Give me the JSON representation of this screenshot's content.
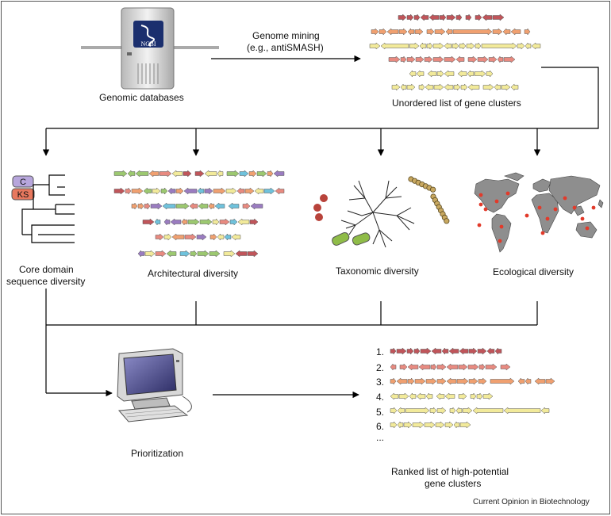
{
  "labels": {
    "databases": "Genomic databases",
    "mining_line1": "Genome mining",
    "mining_line2": "(e.g., antiSMASH)",
    "unordered": "Unordered list of gene clusters",
    "core_line1": "Core domain",
    "core_line2": "sequence diversity",
    "architectural": "Architectural diversity",
    "taxonomic": "Taxonomic diversity",
    "ecological": "Ecological diversity",
    "prioritization": "Prioritization",
    "ranked_line1": "Ranked list of high-potential",
    "ranked_line2": "gene clusters",
    "credit": "Current Opinion in Biotechnology"
  },
  "server_logo": "NCBI",
  "domains": {
    "c": "C",
    "ks": "KS"
  },
  "ranks": [
    "1.",
    "2.",
    "3.",
    "4.",
    "5.",
    "6.",
    "..."
  ],
  "colors": {
    "red": "#c0555a",
    "orange": "#f0a070",
    "yellow": "#f2ea9a",
    "salmon": "#e88a80",
    "green": "#9cc870",
    "purple": "#9a7cc0",
    "blue": "#6fc2dc",
    "dot": "#e23a2a",
    "map": "#8e8e8e"
  },
  "icons": [
    "server-icon",
    "phylogenetic-tree-icon",
    "bacteria-icon",
    "world-map-icon",
    "computer-icon"
  ]
}
